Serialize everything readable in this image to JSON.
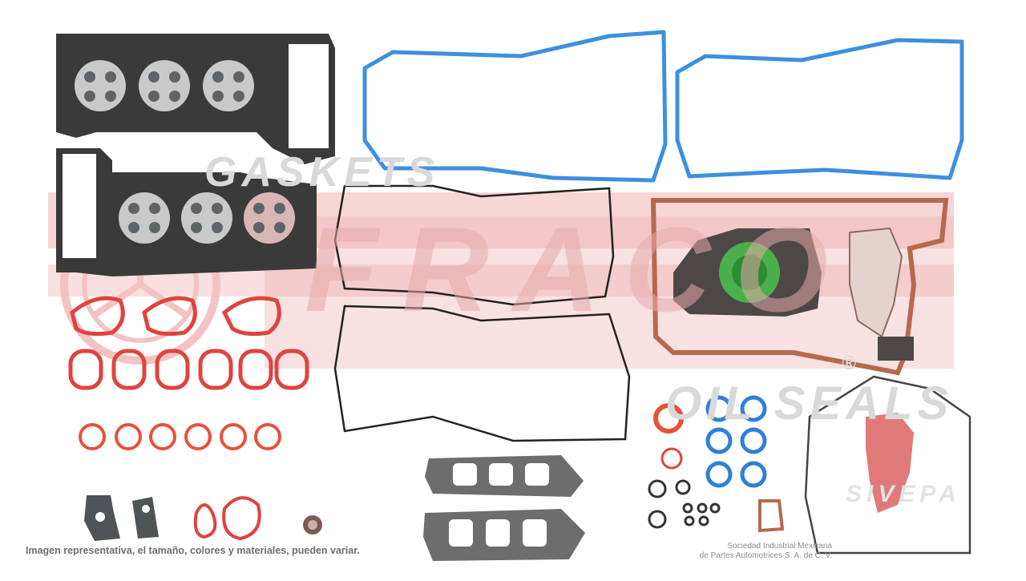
{
  "watermark": {
    "top_text": "GASKETS",
    "brand": "FRACO",
    "bottom_text": "OIL SEALS",
    "registered_mark": "®",
    "secondary_brand": "SIVEPA",
    "colors": {
      "band": "#f4c6c6",
      "text": "#d9d9d9",
      "ring": "#f1b9b9"
    }
  },
  "footer": {
    "disclaimer": "Imagen representativa, el tamaño, colores y materiales, pueden variar.",
    "company_line1": "Sociedad Industrial Mexicana",
    "company_line2": "de Partes Automotrices S. A. de C. V."
  },
  "parts": {
    "head_gasket_color": "#3a3a3a",
    "valve_cover_gasket_color": "#3d8fe0",
    "oil_pan_gasket_color": "#b5694f",
    "intake_gasket_color": "#e0433e",
    "oring_blue_color": "#2f7fd6",
    "oring_red_color": "#e8503a",
    "rear_seal_color": "#49b04b",
    "exhaust_gasket_color": "#6d6d6d"
  }
}
